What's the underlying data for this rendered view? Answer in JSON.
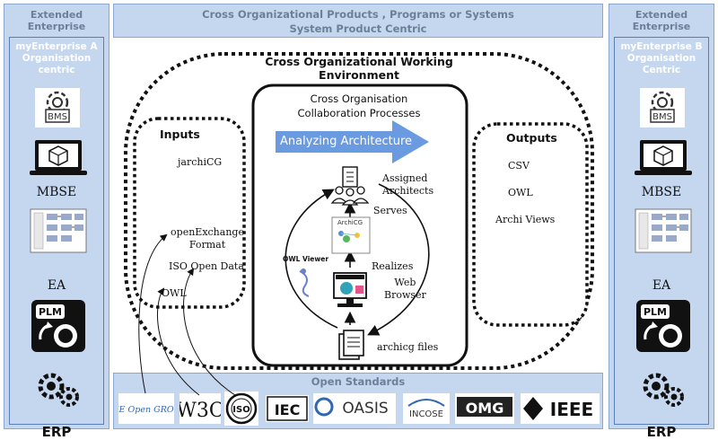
{
  "left_panel": {
    "header": "Extended\nEnterprise",
    "title": "myEnterprise A\nOrganisation\ncentric",
    "items": [
      "MBSE",
      "EA",
      "ERP"
    ],
    "icon_text": {
      "bms": "BMS",
      "plm": "PLM"
    }
  },
  "right_panel": {
    "header": "Extended\nEnterprise",
    "title": "myEnterprise B\nOrganisation\nCentric",
    "items": [
      "MBSE",
      "EA",
      "ERP"
    ],
    "icon_text": {
      "bms": "BMS",
      "plm": "PLM"
    }
  },
  "top_banner": {
    "line1": "Cross Organizational Products , Programs or Systems",
    "line2": "System Product Centric"
  },
  "working_env": {
    "title_line1": "Cross Organizational Working",
    "title_line2": "Environment"
  },
  "collab": {
    "title_line1": "Cross Organisation",
    "title_line2": "Collaboration Processes",
    "arrow_label": "Analyzing Architecture",
    "assigned": "Assigned\nArchitects",
    "serves": "Serves",
    "archicg_label": "ArchiCG",
    "owl_viewer": "OWL Viewer",
    "realizes": "Realizes",
    "web_browser": "Web\nBrowser",
    "files": "archicg files"
  },
  "inputs": {
    "title": "Inputs",
    "items": [
      "jarchiCG",
      "openExchange\nFormat",
      "ISO Open Data",
      "OWL"
    ]
  },
  "outputs": {
    "title": "Outputs",
    "items": [
      "CSV",
      "OWL",
      "Archi Views"
    ]
  },
  "standards": {
    "title": "Open Standards",
    "logos": [
      "THE Open GROUP",
      "W3C",
      "ISO",
      "IEC",
      "OASIS",
      "INCOSE",
      "OMG",
      "IEEE"
    ]
  },
  "colors": {
    "panel": "#c5d7ef",
    "arrow": "#6a9be0",
    "header_text": "#6b7f99"
  }
}
